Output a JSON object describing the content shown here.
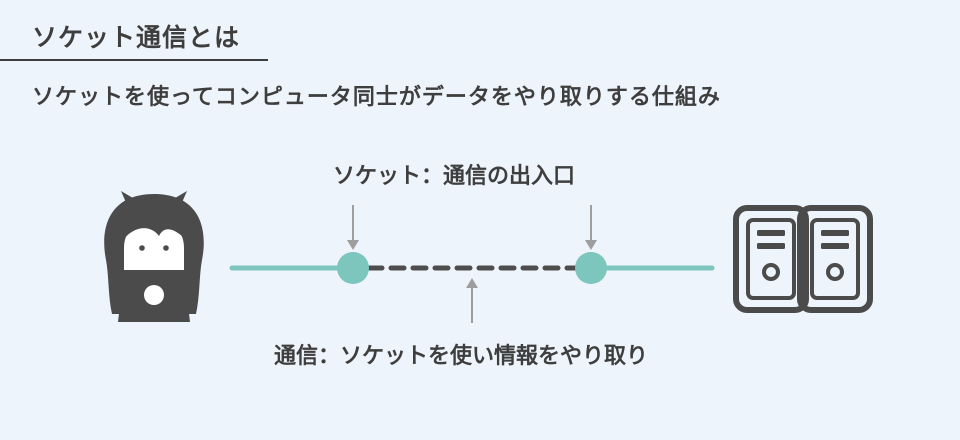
{
  "header": {
    "title": "ソケット通信とは",
    "subtitle": "ソケットを使ってコンピュータ同士がデータをやり取りする仕組み"
  },
  "diagram": {
    "socket_label": "ソケット：通信の出入口",
    "communication_label": "通信：ソケットを使い情報をやり取り",
    "icons": {
      "user": "girl-with-laptop-icon",
      "servers": "server-pair-icon",
      "arrow": "arrow-down-icon"
    },
    "colors": {
      "background": "#eef4fb",
      "text": "#3e3e3e",
      "icon": "#4b4b4b",
      "line": "#7cc6bd",
      "socket": "#7cc6bd",
      "dashed": "#4d4d4d",
      "arrow": "#9e9e9e"
    }
  }
}
